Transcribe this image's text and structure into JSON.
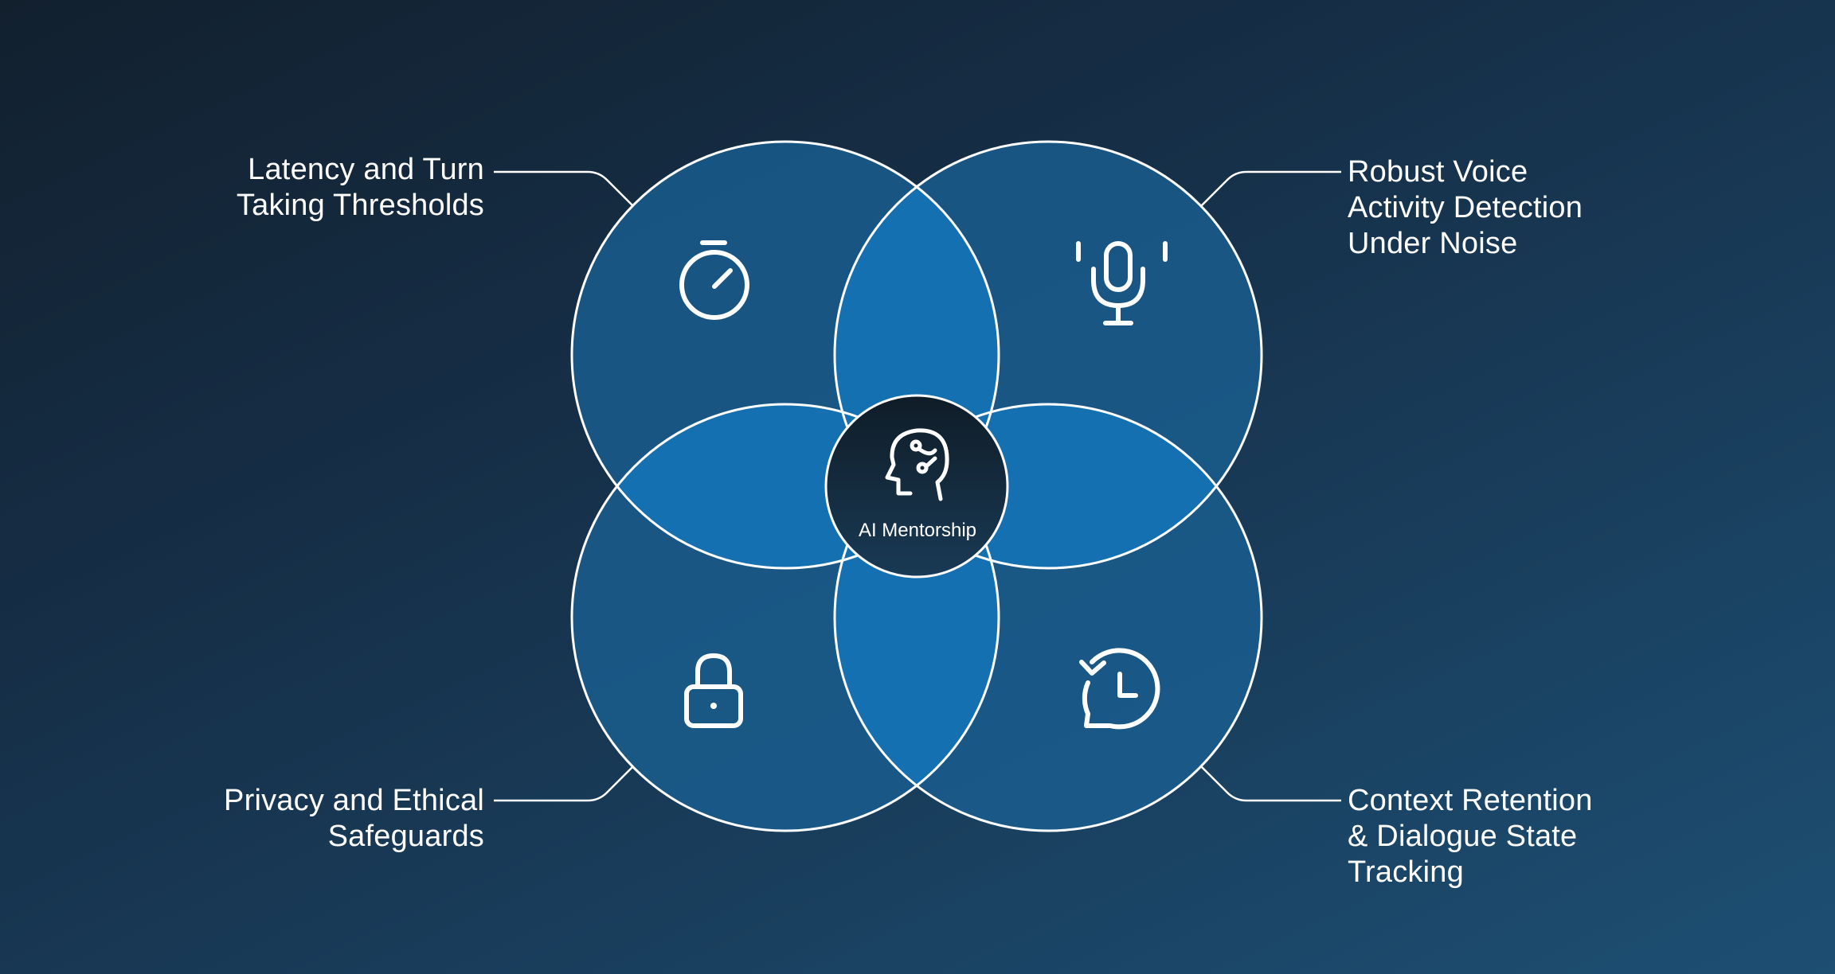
{
  "center": {
    "label": "AI Mentorship",
    "icon": "brain-head-icon"
  },
  "petals": [
    {
      "id": "tl",
      "lines": [
        "Latency and Turn",
        "Taking Thresholds"
      ],
      "icon": "stopwatch-icon"
    },
    {
      "id": "tr",
      "lines": [
        "Robust Voice",
        "Activity Detection",
        "Under Noise"
      ],
      "icon": "microphone-icon"
    },
    {
      "id": "bl",
      "lines": [
        "Privacy and Ethical",
        "Safeguards"
      ],
      "icon": "padlock-icon"
    },
    {
      "id": "br",
      "lines": [
        "Context Retention",
        "& Dialogue State",
        "Tracking"
      ],
      "icon": "chat-history-icon"
    }
  ],
  "colors": {
    "background_top": "#12202e",
    "background_bottom": "#1d4f73",
    "circle_fill": "#1a5e90",
    "overlap_fill": "#1470b0",
    "stroke": "#ffffff",
    "hub_fill": "#0f1c27"
  }
}
